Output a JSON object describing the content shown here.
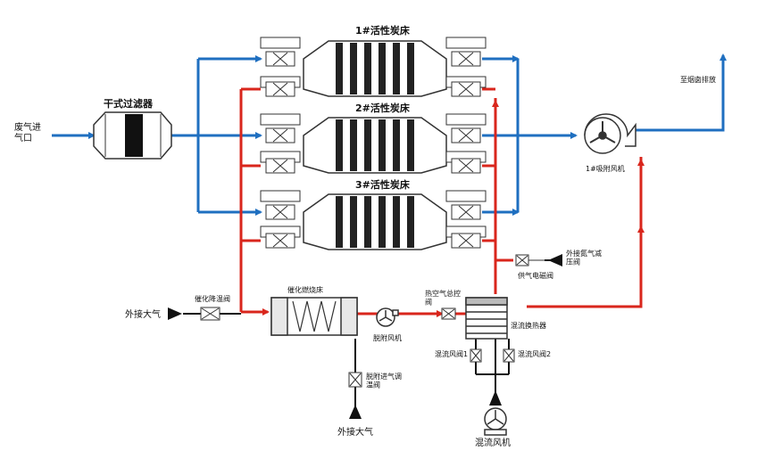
{
  "labels": {
    "inlet": "废气进\n气口",
    "dry_filter": "干式过滤器",
    "bed1": "1#活性炭床",
    "bed2": "2#活性炭床",
    "bed3": "3#活性炭床",
    "fan1": "1#吸附风机",
    "chimney": "至烟囱排放",
    "n2_valve": "外接氮气减\n压阀",
    "gas_solenoid": "供气电磁阀",
    "catalytic_cool_valve": "催化降温阀",
    "catalytic_burner": "催化燃烧床",
    "hot_air_valve": "热空气总控\n阀",
    "heat_exchanger": "混流换热器",
    "desorb_fan": "脱附风机",
    "ambient_left": "外接大气",
    "desorb_inlet_valve": "脱附进气调\n温阀",
    "ambient_bottom": "外接大气",
    "mix_valve1": "混流风阀1",
    "mix_valve2": "混流风阀2",
    "mix_fan": "混流风机"
  },
  "colors": {
    "adsorption_line": "#1f6fc0",
    "desorption_line": "#d9261c",
    "equipment": "#333333"
  }
}
